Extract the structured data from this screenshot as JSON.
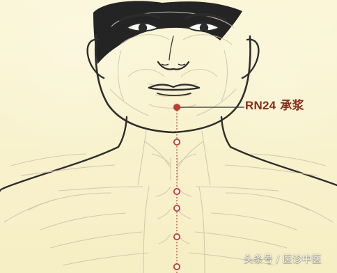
{
  "acupoint": {
    "code": "RN24",
    "name": "承浆"
  },
  "watermark": {
    "text": "头条号 / 医诊中医"
  },
  "colors": {
    "background": "#f7f0c4",
    "line": "#2d2d2d",
    "guide_line": "#b54733",
    "point_fill": "#c53a2e",
    "label": "#8a2c1b"
  }
}
